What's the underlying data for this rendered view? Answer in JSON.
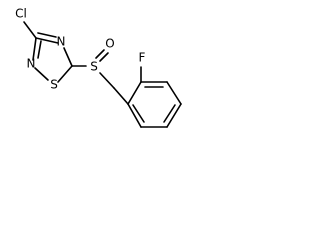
{
  "molecule": {
    "atoms": {
      "chlorine": "Cl",
      "nitrogen_1": "N",
      "nitrogen_2": "N",
      "sulfur_ring": "S",
      "sulfur_oxide": "S",
      "oxygen": "O",
      "fluorine": "F"
    }
  }
}
